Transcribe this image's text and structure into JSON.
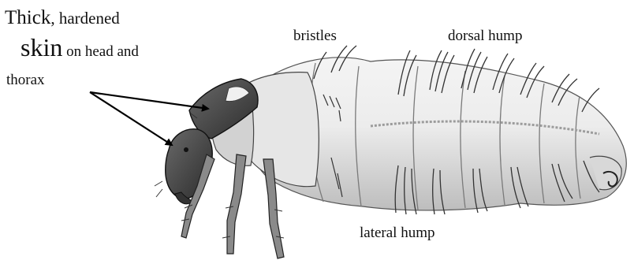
{
  "labels": {
    "skin_line1_big": "Thick",
    "skin_line1_small": ", hardened",
    "skin_line2_big": "skin",
    "skin_line2_small": " on head and",
    "skin_line3": "thorax",
    "bristles": "bristles",
    "dorsal_hump": "dorsal hump",
    "lateral_hump": "lateral hump"
  },
  "colors": {
    "body_fill": "#e9e9e9",
    "body_shade": "#b9b9b9",
    "sclerotized": "#4a4a4a",
    "outline": "#222222",
    "arrow": "#000000"
  }
}
